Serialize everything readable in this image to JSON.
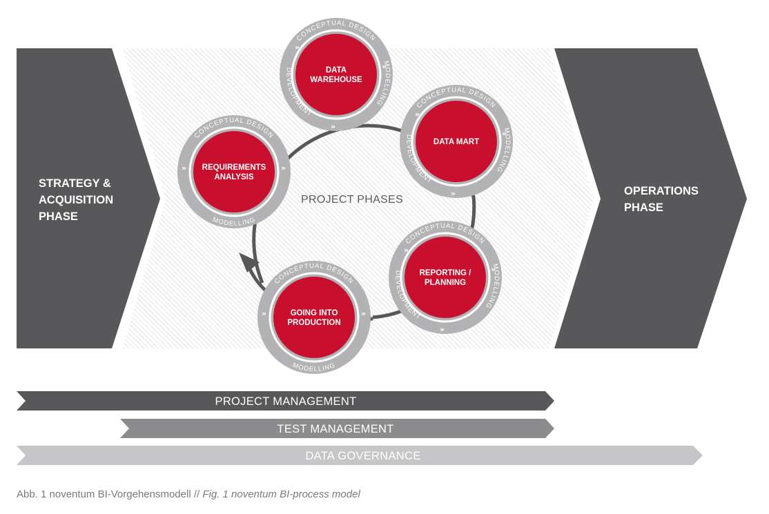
{
  "phases": {
    "left": [
      "STRATEGY &",
      "ACQUISITION",
      "PHASE"
    ],
    "right": [
      "OPERATIONS",
      "PHASE"
    ]
  },
  "center_label": "PROJECT PHASES",
  "ring_labels": {
    "top": "CONCEPTUAL DESIGN",
    "right": "MODELLING",
    "left": "DEVELOPMENT",
    "bottom": "MODELLING"
  },
  "nodes": [
    {
      "id": "data-warehouse",
      "label": [
        "DATA",
        "WAREHOUSE"
      ]
    },
    {
      "id": "data-mart",
      "label": [
        "DATA MART"
      ]
    },
    {
      "id": "reporting-planning",
      "label": [
        "REPORTING /",
        "PLANNING"
      ]
    },
    {
      "id": "going-into-production",
      "label": [
        "GOING INTO",
        "PRODUCTION"
      ]
    },
    {
      "id": "requirements-analysis",
      "label": [
        "REQUIREMENTS",
        "ANALYSIS"
      ]
    }
  ],
  "bars": {
    "project_management": "PROJECT MANAGEMENT",
    "test_management": "TEST MANAGEMENT",
    "data_governance": "DATA GOVERNANCE"
  },
  "caption": {
    "de": "Abb. 1 noventum BI-Vorgehensmodell //",
    "en": "Fig. 1 noventum BI-process model"
  },
  "colors": {
    "dark_gray": "#58585a",
    "mid_gray": "#8c8c8e",
    "light_gray": "#c6c6c8",
    "ring_gray": "#b3b3b5",
    "node_red": "#c8102e"
  }
}
